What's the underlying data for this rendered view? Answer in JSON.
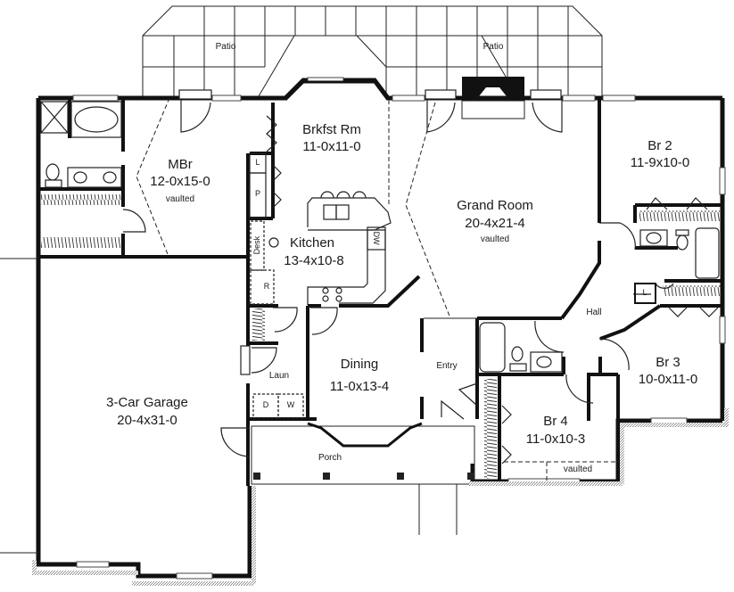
{
  "plan": {
    "type": "house floor plan",
    "rooms": [
      {
        "id": "patio-left",
        "name": "Patio",
        "dims": "",
        "note": ""
      },
      {
        "id": "patio-right",
        "name": "Patio",
        "dims": "",
        "note": ""
      },
      {
        "id": "mbr",
        "name": "MBr",
        "dims": "12-0x15-0",
        "note": "vaulted"
      },
      {
        "id": "brkfst",
        "name": "Brkfst Rm",
        "dims": "11-0x11-0",
        "note": ""
      },
      {
        "id": "grand",
        "name": "Grand Room",
        "dims": "20-4x21-4",
        "note": "vaulted"
      },
      {
        "id": "br2",
        "name": "Br 2",
        "dims": "11-9x10-0",
        "note": ""
      },
      {
        "id": "kitchen",
        "name": "Kitchen",
        "dims": "13-4x10-8",
        "note": ""
      },
      {
        "id": "garage",
        "name": "3-Car Garage",
        "dims": "20-4x31-0",
        "note": ""
      },
      {
        "id": "dining",
        "name": "Dining",
        "dims": "11-0x13-4",
        "note": ""
      },
      {
        "id": "entry",
        "name": "Entry",
        "dims": "",
        "note": ""
      },
      {
        "id": "laun",
        "name": "Laun",
        "dims": "",
        "note": ""
      },
      {
        "id": "porch",
        "name": "Porch",
        "dims": "",
        "note": ""
      },
      {
        "id": "hall",
        "name": "Hall",
        "dims": "",
        "note": ""
      },
      {
        "id": "br3",
        "name": "Br 3",
        "dims": "10-0x11-0",
        "note": ""
      },
      {
        "id": "br4",
        "name": "Br 4",
        "dims": "11-0x10-3",
        "note": "vaulted"
      }
    ],
    "fixtures": {
      "linen_kitchen": "L",
      "pantry": "P",
      "desk": "Desk",
      "dishwasher": "DW",
      "refrigerator": "R",
      "dryer": "D",
      "washer": "W",
      "linen_hall": "L"
    },
    "colors": {
      "line": "#111111",
      "background": "#ffffff",
      "hatch": "#555555"
    }
  }
}
